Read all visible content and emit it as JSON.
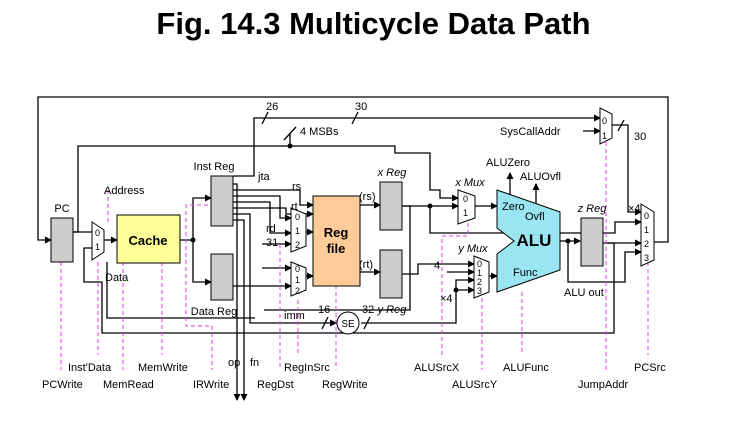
{
  "title": "Fig. 14.3 Multicycle Data Path",
  "colors": {
    "wire": "#000000",
    "control_dashed": "#e040e0",
    "register_fill": "#cccccc",
    "cache_fill": "#ffff99",
    "regfile_fill": "#ffcc99",
    "alu_fill": "#99e6f2"
  },
  "blocks": {
    "pc": "PC",
    "cache": "Cache",
    "inst_reg": "Inst Reg",
    "data_reg": "Data Reg",
    "reg_file_line1": "Reg",
    "reg_file_line2": "file",
    "x_reg": "x Reg",
    "y_reg": "y Reg",
    "z_reg": "z Reg",
    "alu": "ALU",
    "alu_zero": "Zero",
    "alu_ovfl": "Ovfl",
    "alu_func": "Func",
    "sign_ext": "SE"
  },
  "mux_labels": {
    "x_mux": "x Mux",
    "y_mux": "y Mux"
  },
  "signals": {
    "address": "Address",
    "data": "Data",
    "jta": "jta",
    "rs": "rs",
    "rt": "rt",
    "rd": "rd",
    "n31": "31",
    "rs_paren": "(rs)",
    "rt_paren": "(rt)",
    "imm": "imm",
    "n16": "16",
    "n32": "32",
    "n26": "26",
    "n30_top": "30",
    "n30_right": "30",
    "four_msbs": "4 MSBs",
    "syscall_addr": "SysCallAddr",
    "alu_zero_out": "ALUZero",
    "alu_ovfl_out": "ALUOvfl",
    "alu_out": "ALU out",
    "four": "4",
    "times4_y": "×4",
    "times4_pc": "×4",
    "op": "op",
    "fn": "fn"
  },
  "mux_inputs": {
    "zero": "0",
    "one": "1",
    "two": "2",
    "three": "3"
  },
  "controls": {
    "inst_data": "Inst'Data",
    "pc_write": "PCWrite",
    "mem_write": "MemWrite",
    "mem_read": "MemRead",
    "ir_write": "IRWrite",
    "reg_in_src": "RegInSrc",
    "reg_dst": "RegDst",
    "reg_write": "RegWrite",
    "alu_src_x": "ALUSrcX",
    "alu_src_y": "ALUSrcY",
    "alu_func": "ALUFunc",
    "jump_addr": "JumpAddr",
    "pc_src": "PCSrc"
  }
}
